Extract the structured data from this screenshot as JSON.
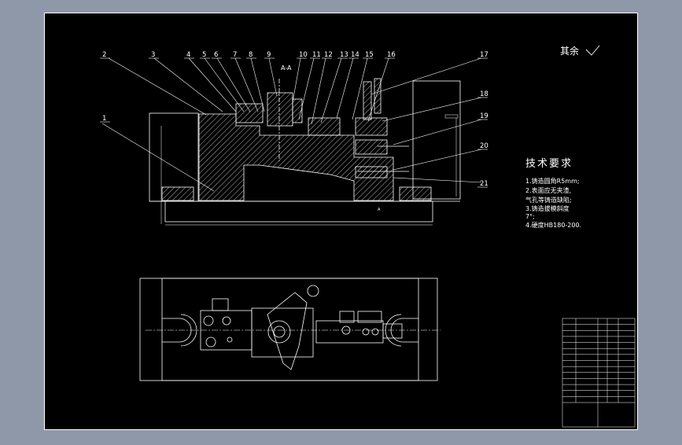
{
  "drawing": {
    "section_label": "A-A",
    "view_label": "A",
    "surface_note": "其余",
    "colors": {
      "workspace": "#8e98a8",
      "paper": "#000000",
      "line": "#ffffff",
      "leader": "#ffffff",
      "accent": "#ff3333"
    }
  },
  "callouts": [
    {
      "label": "1"
    },
    {
      "label": "2"
    },
    {
      "label": "3"
    },
    {
      "label": "4"
    },
    {
      "label": "5"
    },
    {
      "label": "6"
    },
    {
      "label": "7"
    },
    {
      "label": "8"
    },
    {
      "label": "9"
    },
    {
      "label": "10"
    },
    {
      "label": "11"
    },
    {
      "label": "12"
    },
    {
      "label": "13"
    },
    {
      "label": "14"
    },
    {
      "label": "15"
    },
    {
      "label": "16"
    },
    {
      "label": "17"
    },
    {
      "label": "18"
    },
    {
      "label": "19"
    },
    {
      "label": "20"
    },
    {
      "label": "21"
    }
  ],
  "technical_requirements": {
    "title": "技术要求",
    "items": [
      "1.铸造圆角R5mm;",
      "2.表面应无夹渣,",
      "  气孔等铸造缺陷;",
      "3.铸造拔模斜度",
      "  7°;",
      "4.硬度HB180-200."
    ]
  },
  "title_block": {
    "rows": 14
  }
}
